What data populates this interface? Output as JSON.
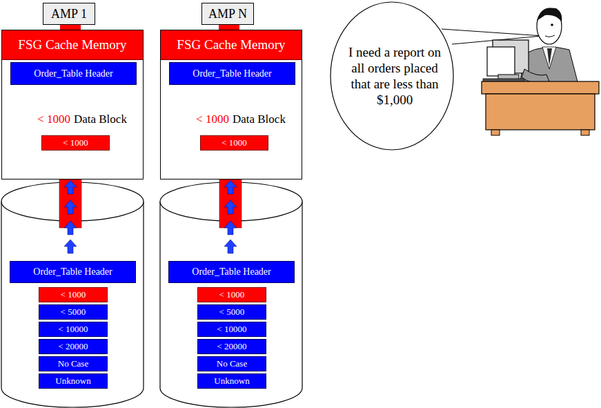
{
  "diagram": {
    "nodes": [
      {
        "text": [
          "AMP 1"
        ]
      },
      {
        "text": [
          "FSG Cache Memory"
        ]
      },
      {
        "text": [
          "Order_Table Header"
        ],
        "in": 1
      },
      {
        "text": [
          "< 1000"
        ],
        "in": 1
      },
      {
        "text": [
          "Order_Table Header"
        ]
      },
      {
        "text": [
          "< 1000"
        ]
      },
      {
        "text": [
          "< 5000"
        ]
      },
      {
        "text": [
          "< 10000"
        ]
      },
      {
        "text": [
          "< 20000"
        ]
      },
      {
        "text": [
          "No Case"
        ]
      },
      {
        "text": [
          "Unknown"
        ]
      },
      {
        "text": [
          "AMP N"
        ]
      },
      {
        "text": [
          "FSG Cache Memory"
        ]
      },
      {
        "text": [
          "Order_Table Header"
        ],
        "in": 12
      },
      {
        "text": [
          "< 1000"
        ],
        "in": 12
      },
      {
        "text": [
          "Order_Table Header"
        ]
      },
      {
        "text": [
          "< 1000"
        ]
      },
      {
        "text": [
          "< 5000"
        ]
      },
      {
        "text": [
          "< 10000"
        ]
      },
      {
        "text": [
          "< 20000"
        ]
      },
      {
        "text": [
          "No Case"
        ]
      },
      {
        "text": [
          "Unknown"
        ]
      },
      {
        "text": [
          "I need a report on all orders placed that are less than $1,000"
        ]
      }
    ],
    "labels": [
      "< 1000",
      "Data Block",
      "< 1000",
      "Data Block"
    ]
  }
}
